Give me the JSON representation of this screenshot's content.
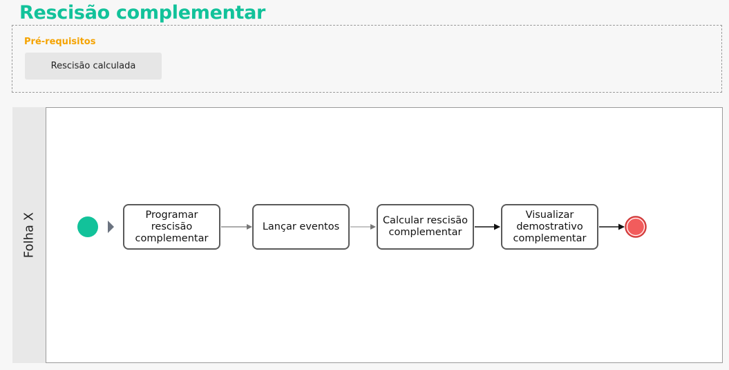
{
  "page": {
    "title": "Rescisão complementar"
  },
  "prerequisites": {
    "label": "Pré-requisitos",
    "items": [
      "Rescisão calculada"
    ]
  },
  "lane": {
    "label": "Folha X"
  },
  "tasks": [
    {
      "label": "Programar rescisão complementar"
    },
    {
      "label": "Lançar eventos"
    },
    {
      "label": "Calcular rescisão complementar"
    },
    {
      "label": "Visualizar demostrativo complementar"
    }
  ],
  "colors": {
    "accent": "#12c29a",
    "prereq_label": "#f5a300",
    "start_event": "#12c29a",
    "end_event": "#f25c5c"
  }
}
